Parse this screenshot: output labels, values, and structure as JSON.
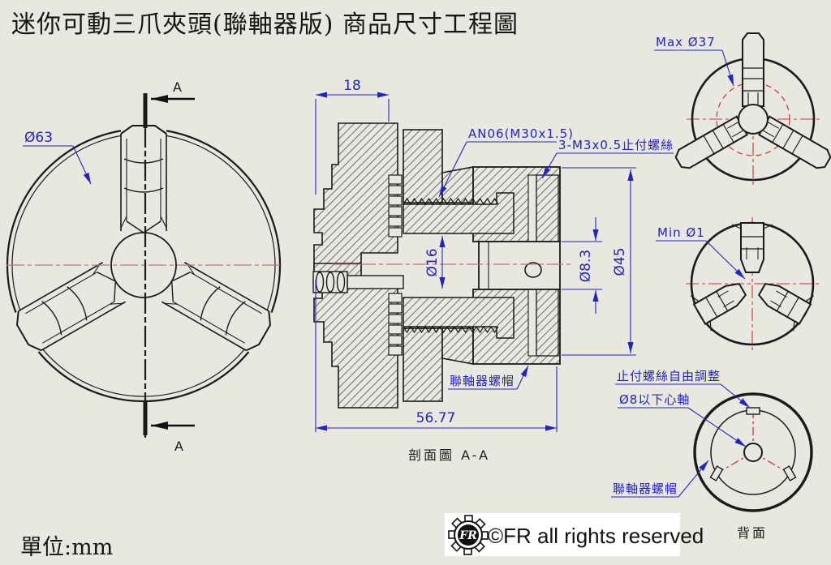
{
  "title": "迷你可動三爪夾頭(聯軸器版) 商品尺寸工程圖",
  "units_label": "單位:mm",
  "front_view": {
    "diameter_label": "Ø63",
    "section_label_top": "A",
    "section_label_bottom": "A"
  },
  "section_view": {
    "caption": "剖面圖 A-A",
    "dim_width": "18",
    "dim_bore": "Ø16",
    "dim_shaft": "Ø8.3",
    "dim_outer": "Ø45",
    "dim_length": "56.77",
    "label_thread": "AN06(M30x1.5)",
    "label_set_screws": "3-M3x0.5止付螺絲",
    "label_coupling_nut": "聯軸器螺帽"
  },
  "max_view": {
    "label": "Max Ø37"
  },
  "min_view": {
    "label": "Min Ø1"
  },
  "back_view": {
    "caption": "背面",
    "label_set_screw_adjust": "止付螺絲自由調整",
    "label_spindle": "Ø8以下心軸",
    "label_coupling_nut": "聯軸器螺帽"
  },
  "footer": {
    "logo_text": "FR",
    "copyright": "©FR all rights reserved"
  },
  "colors": {
    "background": "#e8e7e0",
    "line_black": "#1a1a1a",
    "dimension_blue": "#2424c0",
    "centerline_red": "#c87070",
    "axis_red": "#cc3333",
    "logo_box_white": "#ffffff"
  }
}
